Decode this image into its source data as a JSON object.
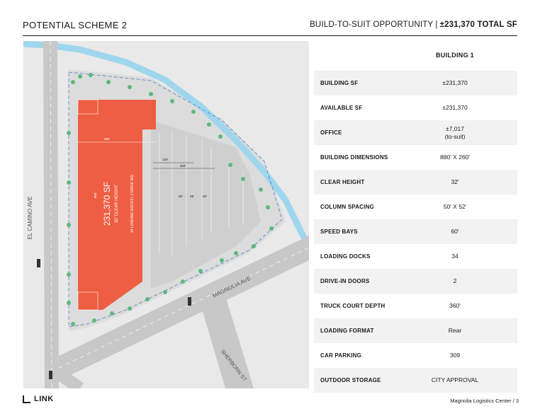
{
  "header": {
    "title": "POTENTIAL SCHEME 2",
    "subtitle": "BUILD-TO-SUIT OPPORTUNITY",
    "separator": "|",
    "total": "±231,370 TOTAL SF"
  },
  "map": {
    "streets": {
      "el_camino": "EL CAMINO AVE",
      "magnolia": "MAGNOLIA AVE",
      "sherborn": "SHERBORN ST"
    },
    "building": {
      "sf": "231,370 SF",
      "clear_height": "32' CLEAR HEIGHT",
      "docks": "34 LOADING DOCKS | 2 DRIVE INS",
      "dim_width": "260'",
      "dim_length": "880'",
      "dim_130": "130'",
      "dim_360": "360'",
      "dim_50a": "50'",
      "dim_55": "55'",
      "dim_60": "60'"
    },
    "colors": {
      "building": "#ee5e43",
      "water": "#9fd6ee",
      "road": "#c8c8c8",
      "land": "#e9e9e9",
      "tree": "#5cb97c"
    }
  },
  "table": {
    "column_header": "BUILDING 1",
    "rows": [
      {
        "label": "BUILDING SF",
        "value": "±231,370"
      },
      {
        "label": "AVAILABLE SF",
        "value": "±231,370"
      },
      {
        "label": "OFFICE",
        "value": "±7,017\n(to-suit)"
      },
      {
        "label": "BUILDING DIMENSIONS",
        "value": "880' X 260'"
      },
      {
        "label": "CLEAR HEIGHT",
        "value": "32'"
      },
      {
        "label": "COLUMN SPACING",
        "value": "50' X 52'"
      },
      {
        "label": "SPEED BAYS",
        "value": "60'"
      },
      {
        "label": "LOADING DOCKS",
        "value": "34"
      },
      {
        "label": "DRIVE-IN DOORS",
        "value": "2"
      },
      {
        "label": "TRUCK COURT DEPTH",
        "value": "360'"
      },
      {
        "label": "LOADING FORMAT",
        "value": "Rear"
      },
      {
        "label": "CAR PARKING",
        "value": "309"
      },
      {
        "label": "OUTDOOR STORAGE",
        "value": "CITY APPROVAL"
      }
    ]
  },
  "footer": {
    "logo": "LINK",
    "page": "Magnolia Logistics Center / 3"
  }
}
